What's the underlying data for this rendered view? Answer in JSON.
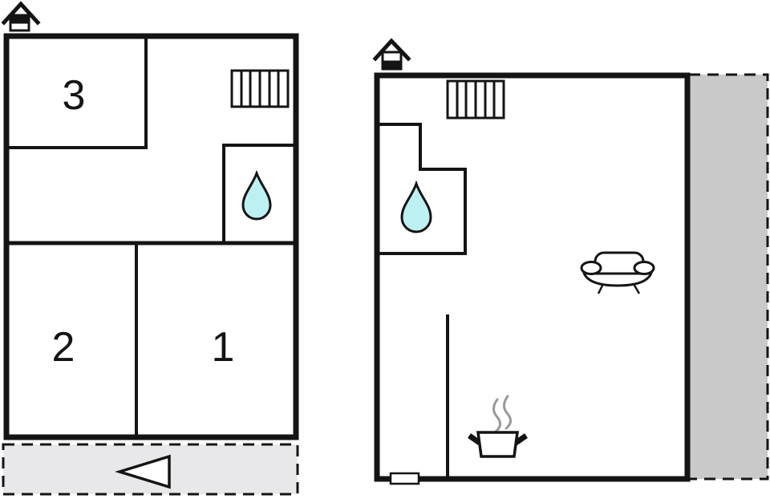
{
  "colors": {
    "wall": "#141414",
    "water_drop": "#bdf0f2",
    "terrace_light": "#e8e8ea",
    "terrace_dark": "#c9c9c9",
    "steam": "#999999",
    "background": "#ffffff"
  },
  "upper_floor_plan": {
    "house_icon": "house-upper-level-icon",
    "rooms": [
      {
        "label": "3"
      },
      {
        "label": "2"
      },
      {
        "label": "1"
      }
    ],
    "features": [
      "radiator-icon",
      "water-drop-icon",
      "direction-arrow-icon",
      "terrace-dashed-area"
    ]
  },
  "ground_floor_plan": {
    "house_icon": "house-ground-level-icon",
    "features": [
      "radiator-icon",
      "water-drop-icon",
      "sofa-icon",
      "cooking-pot-icon",
      "door-icon",
      "terrace-dashed-area"
    ]
  }
}
